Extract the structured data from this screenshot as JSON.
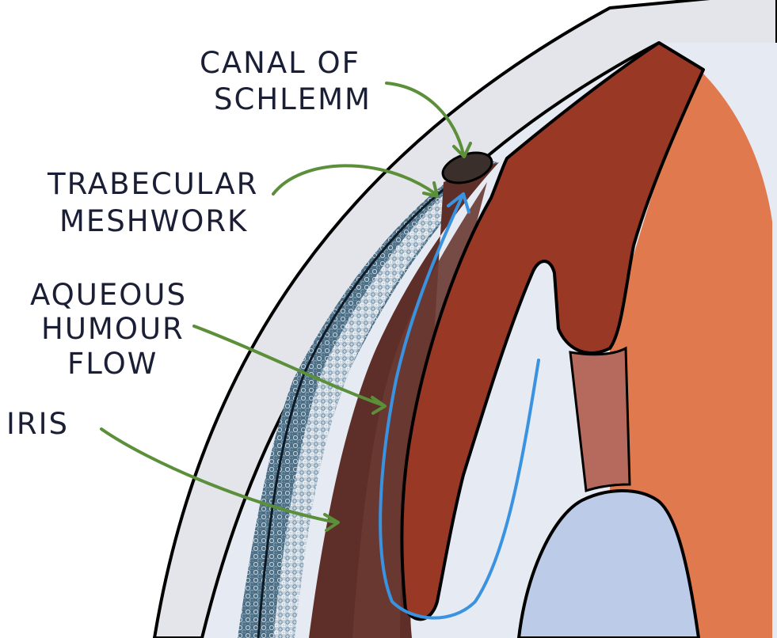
{
  "labels": {
    "canal_line1": "CANAL OF",
    "canal_line2": "SCHLEMM",
    "trabecular_line1": "TRABECULAR",
    "trabecular_line2": "MESHWORK",
    "aqueous_line1": "AQUEOUS",
    "aqueous_line2": "HUMOUR",
    "aqueous_line3": "FLOW",
    "iris": "IRIS"
  },
  "colors": {
    "sclera": "#e4e5ea",
    "chamber": "#e6eaf2",
    "meshwork": "#3e5d73",
    "iris_dark": "#5e2f28",
    "ciliary_body": "#9a3826",
    "choroid": "#e07a4e",
    "zonule": "#b56a5d",
    "lens": "#bccbe8",
    "canal": "#3a2f2a",
    "flow_arrow": "#3a93e0",
    "label_arrow": "#5b8f3a",
    "text": "#1b1f36"
  }
}
